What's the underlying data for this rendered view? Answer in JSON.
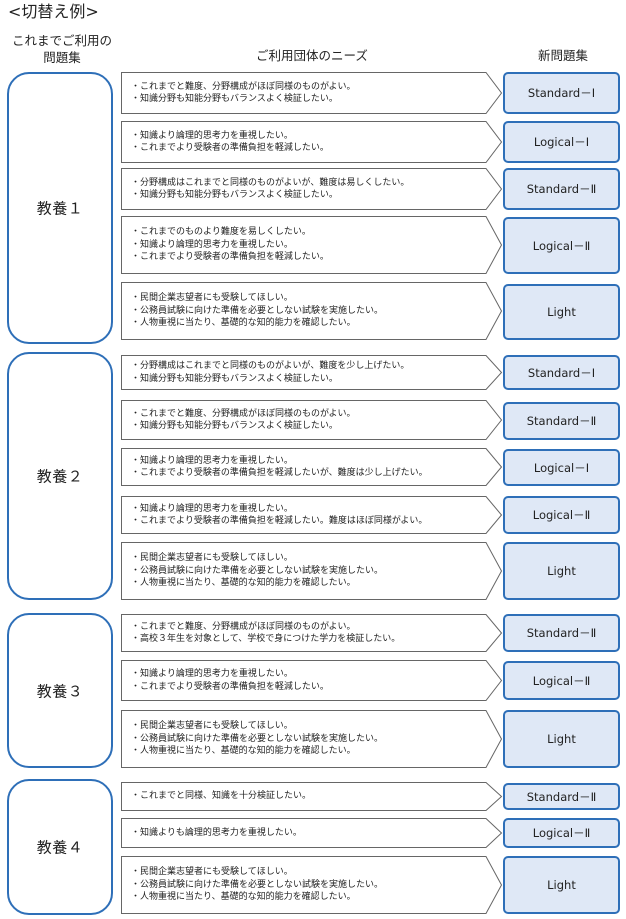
{
  "title": "<切替え例>",
  "headers": {
    "current_line1": "これまでご利用の",
    "current_line2": "問題集",
    "needs": "ご利用団体のニーズ",
    "new": "新問題集"
  },
  "groups": [
    {
      "label": "教養１",
      "rows": [
        {
          "needs": [
            "・これまでと難度、分野構成がほぼ同様のものがよい。",
            "・知識分野も知能分野もバランスよく検証したい。"
          ],
          "new": "Standard－Ⅰ"
        },
        {
          "needs": [
            "・知識より論理的思考力を重視したい。",
            "・これまでより受験者の準備負担を軽減したい。"
          ],
          "new": "Logical－Ⅰ"
        },
        {
          "needs": [
            "・分野構成はこれまでと同様のものがよいが、難度は易しくしたい。",
            "・知識分野も知能分野もバランスよく検証したい。"
          ],
          "new": "Standard－Ⅱ"
        },
        {
          "needs": [
            "・これまでのものより難度を易しくしたい。",
            "・知識より論理的思考力を重視したい。",
            "・これまでより受験者の準備負担を軽減したい。"
          ],
          "new": "Logical－Ⅱ"
        },
        {
          "needs": [
            "・民間企業志望者にも受験してほしい。",
            "・公務員試験に向けた準備を必要としない試験を実施したい。",
            "・人物重視に当たり、基礎的な知的能力を確認したい。"
          ],
          "new": "Light"
        }
      ]
    },
    {
      "label": "教養２",
      "rows": [
        {
          "needs": [
            "・分野構成はこれまでと同様のものがよいが、難度を少し上げたい。",
            "・知識分野も知能分野もバランスよく検証したい。"
          ],
          "new": "Standard－Ⅰ"
        },
        {
          "needs": [
            "・これまでと難度、分野構成がほぼ同様のものがよい。",
            "・知識分野も知能分野もバランスよく検証したい。"
          ],
          "new": "Standard－Ⅱ"
        },
        {
          "needs": [
            "・知識より論理的思考力を重視したい。",
            "・これまでより受験者の準備負担を軽減したいが、難度は少し上げたい。"
          ],
          "new": "Logical－Ⅰ"
        },
        {
          "needs": [
            "・知識より論理的思考力を重視したい。",
            "・これまでより受験者の準備負担を軽減したい。難度はほぼ同様がよい。"
          ],
          "new": "Logical－Ⅱ"
        },
        {
          "needs": [
            "・民間企業志望者にも受験してほしい。",
            "・公務員試験に向けた準備を必要としない試験を実施したい。",
            "・人物重視に当たり、基礎的な知的能力を確認したい。"
          ],
          "new": "Light"
        }
      ]
    },
    {
      "label": "教養３",
      "rows": [
        {
          "needs": [
            "・これまでと難度、分野構成がほぼ同様のものがよい。",
            "・高校３年生を対象として、学校で身につけた学力を検証したい。"
          ],
          "new": "Standard－Ⅱ"
        },
        {
          "needs": [
            "・知識より論理的思考力を重視したい。",
            "・これまでより受験者の準備負担を軽減したい。"
          ],
          "new": "Logical－Ⅱ"
        },
        {
          "needs": [
            "・民間企業志望者にも受験してほしい。",
            "・公務員試験に向けた準備を必要としない試験を実施したい。",
            "・人物重視に当たり、基礎的な知的能力を確認したい。"
          ],
          "new": "Light"
        }
      ]
    },
    {
      "label": "教養４",
      "rows": [
        {
          "needs": [
            "・これまでと同様、知識を十分検証したい。"
          ],
          "new": "Standard－Ⅱ"
        },
        {
          "needs": [
            "・知識よりも論理的思考力を重視したい。"
          ],
          "new": "Logical－Ⅱ"
        },
        {
          "needs": [
            "・民間企業志望者にも受験してほしい。",
            "・公務員試験に向けた準備を必要としない試験を実施したい。",
            "・人物重視に当たり、基礎的な知的能力を確認したい。"
          ],
          "new": "Light"
        }
      ]
    }
  ]
}
